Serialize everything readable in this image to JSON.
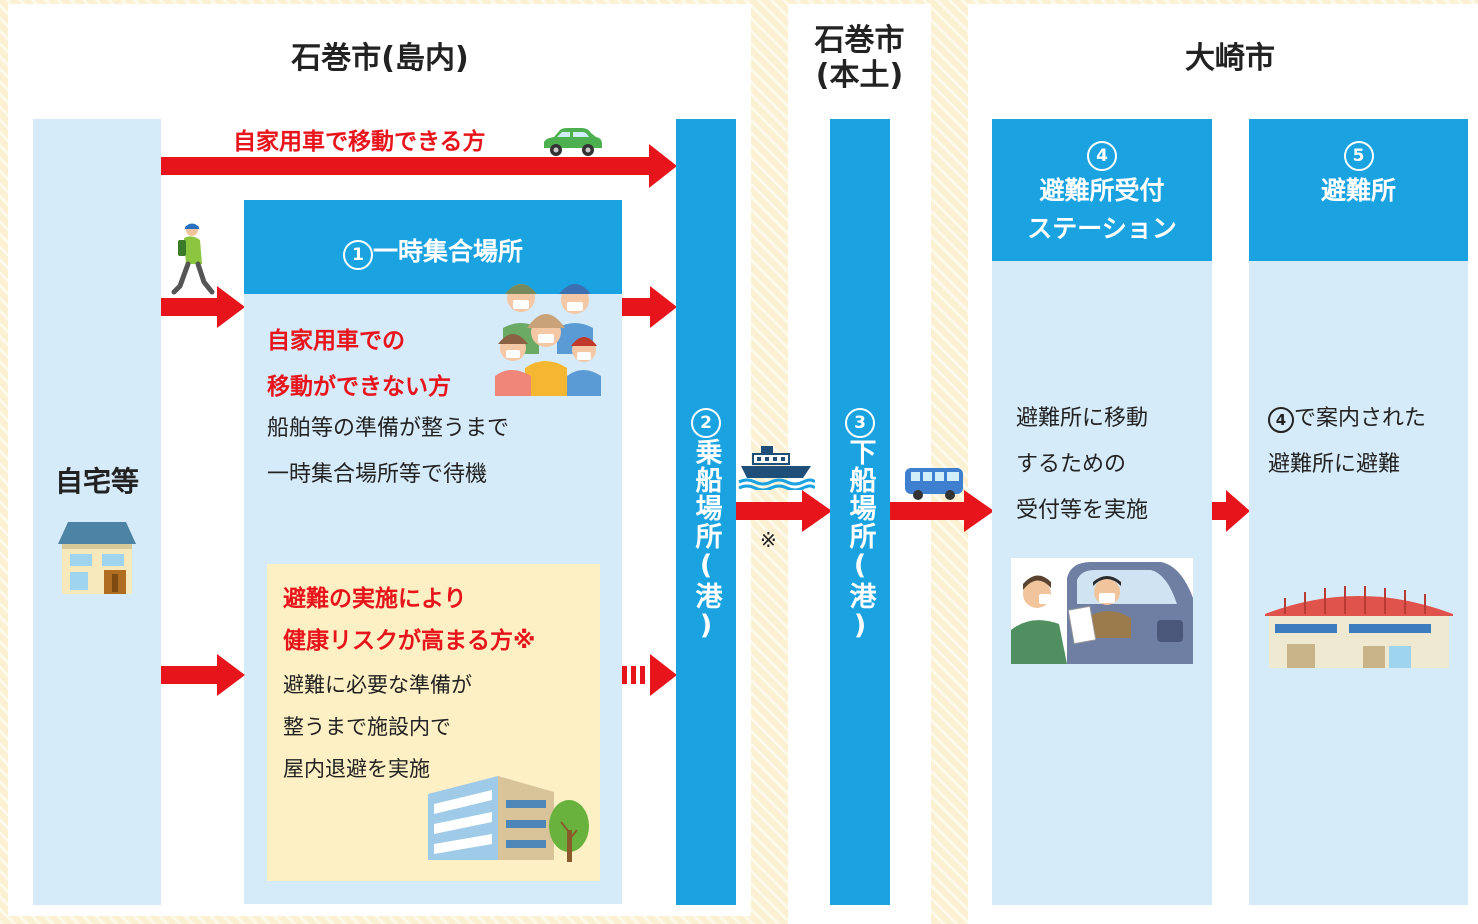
{
  "regions": {
    "ishinomaki_island": "石巻市(島内)",
    "ishinomaki_mainland_line1": "石巻市",
    "ishinomaki_mainland_line2": "(本土)",
    "osaki": "大崎市"
  },
  "home": {
    "label": "自宅等"
  },
  "car_route": {
    "label": "自家用車で移動できる方"
  },
  "assembly": {
    "number": "1",
    "title": "一時集合場所",
    "heading_line1": "自家用車での",
    "heading_line2": "移動ができない方",
    "text_line1": "船舶等の準備が整うまで",
    "text_line2": "一時集合場所等で待機"
  },
  "health_risk": {
    "heading_line1": "避難の実施により",
    "heading_line2": "健康リスクが高まる方※",
    "text_line1": "避難に必要な準備が",
    "text_line2": "整うまで施設内で",
    "text_line3": "屋内退避を実施"
  },
  "boarding": {
    "number": "2",
    "label": "乗船場所(港)"
  },
  "note_mark": "※",
  "landing": {
    "number": "3",
    "label": "下船場所(港)"
  },
  "reception": {
    "number": "4",
    "title_line1": "避難所受付",
    "title_line2": "ステーション",
    "text_line1": "避難所に移動",
    "text_line2": "するための",
    "text_line3": "受付等を実施"
  },
  "shelter": {
    "number": "5",
    "title": "避難所",
    "ref_number": "4",
    "text_line1_suffix": "で案内された",
    "text_line2": "避難所に避難"
  },
  "colors": {
    "arrow_red": "#e8141b",
    "header_blue": "#1aa3e0",
    "column_light_blue": "#d6ebf9",
    "cream_box": "#fdf0c4",
    "background_pattern": "#fbf1d2"
  }
}
